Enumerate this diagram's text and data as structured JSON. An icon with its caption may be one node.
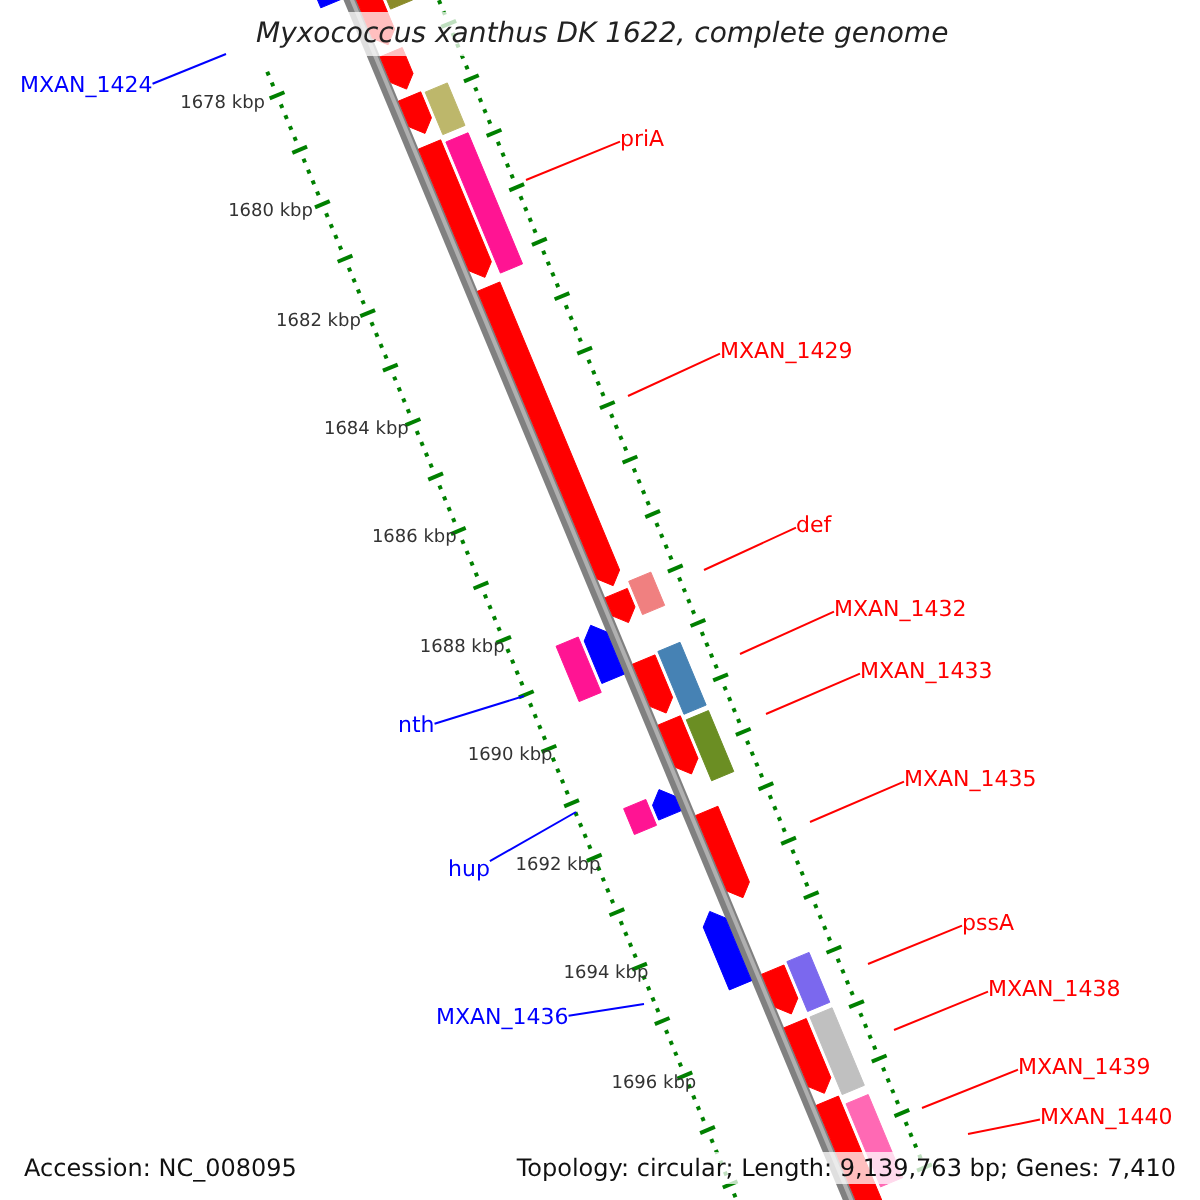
{
  "diagram": {
    "title": "Myxococcus xanthus DK 1622, complete genome",
    "nodes": [
      {
        "text": [
          "MXAN_1424"
        ]
      },
      {
        "text": [
          "priA"
        ]
      },
      {
        "text": [
          "MXAN_1429"
        ]
      },
      {
        "text": [
          "def"
        ]
      },
      {
        "text": [
          "MXAN_1432"
        ]
      },
      {
        "text": [
          "MXAN_1433"
        ]
      },
      {
        "text": [
          "nth"
        ]
      },
      {
        "text": [
          "MXAN_1435"
        ]
      },
      {
        "text": [
          "hup"
        ]
      },
      {
        "text": [
          "pssA"
        ]
      },
      {
        "text": [
          "MXAN_1438"
        ]
      },
      {
        "text": [
          "MXAN_1436"
        ]
      },
      {
        "text": [
          "MXAN_1439"
        ]
      },
      {
        "text": [
          "MXAN_1440"
        ]
      }
    ],
    "edges": [
      {
        "from": 0,
        "to": null,
        "arrow": "none",
        "color": "#0000ff"
      },
      {
        "from": 1,
        "to": null,
        "arrow": "none"
      },
      {
        "from": 2,
        "to": null,
        "arrow": "none"
      },
      {
        "from": 3,
        "to": null,
        "arrow": "none"
      },
      {
        "from": 4,
        "to": null,
        "arrow": "none"
      },
      {
        "from": 5,
        "to": null,
        "arrow": "none"
      },
      {
        "from": 6,
        "to": null,
        "arrow": "none",
        "color": "#0000ff"
      },
      {
        "from": 7,
        "to": null,
        "arrow": "none"
      },
      {
        "from": 8,
        "to": null,
        "arrow": "none",
        "color": "#0000ff"
      },
      {
        "from": 9,
        "to": null,
        "arrow": "none"
      },
      {
        "from": 10,
        "to": null,
        "arrow": "none"
      },
      {
        "from": 11,
        "to": null,
        "arrow": "none",
        "color": "#0000ff"
      },
      {
        "from": 12,
        "to": null,
        "arrow": "none"
      },
      {
        "from": 13,
        "to": null,
        "arrow": "none"
      }
    ],
    "labels": [
      "1678 kbp",
      "1680 kbp",
      "1682 kbp",
      "1684 kbp",
      "1686 kbp",
      "1688 kbp",
      "1690 kbp",
      "1692 kbp",
      "1694 kbp",
      "1696 kbp",
      "Accession: NC_008095",
      "Topology: circular; Length: 9,139,763 bp; Genes: 7,410"
    ]
  }
}
